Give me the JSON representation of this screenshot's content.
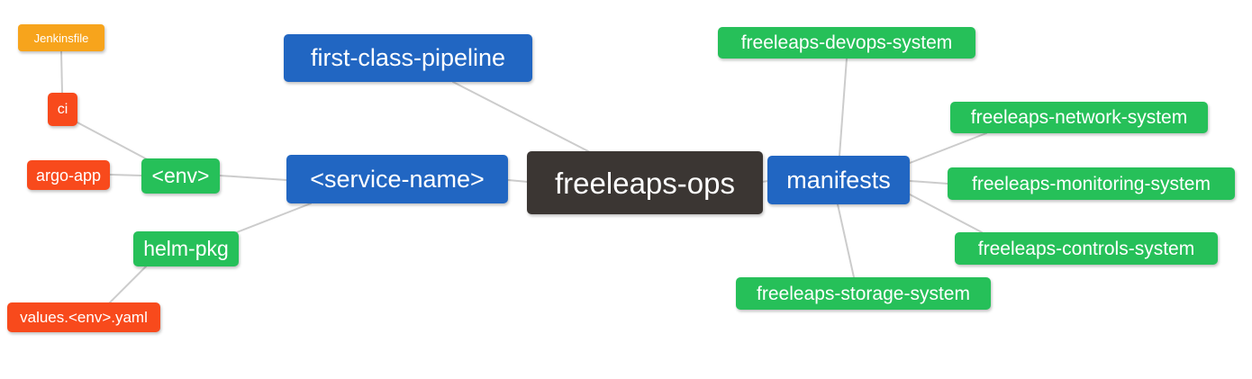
{
  "colors": {
    "root_bg": "#3b3633",
    "branch_blue": "#2166c2",
    "leaf_green": "#26c059",
    "leaf_red": "#f84a1c",
    "leaf_orange": "#f7a41c",
    "edge": "#cccccc",
    "node_text": "#ffffff",
    "canvas_bg": "#ffffff"
  },
  "nodes": {
    "freeleaps_ops": {
      "label": "freeleaps-ops"
    },
    "first_class_pipeline": {
      "label": "first-class-pipeline"
    },
    "service_name": {
      "label": "<service-name>"
    },
    "manifests": {
      "label": "manifests"
    },
    "env": {
      "label": "<env>"
    },
    "helm_pkg": {
      "label": "helm-pkg"
    },
    "ci": {
      "label": "ci"
    },
    "argo_app": {
      "label": "argo-app"
    },
    "jenkinsfile": {
      "label": "Jenkinsfile"
    },
    "values_env_yaml": {
      "label": "values.<env>.yaml"
    },
    "devops_system": {
      "label": "freeleaps-devops-system"
    },
    "network_system": {
      "label": "freeleaps-network-system"
    },
    "monitoring_system": {
      "label": "freeleaps-monitoring-system"
    },
    "controls_system": {
      "label": "freeleaps-controls-system"
    },
    "storage_system": {
      "label": "freeleaps-storage-system"
    }
  },
  "edges": [
    {
      "from": "jenkinsfile",
      "to": "ci"
    },
    {
      "from": "ci",
      "to": "env"
    },
    {
      "from": "argo_app",
      "to": "env"
    },
    {
      "from": "env",
      "to": "service_name"
    },
    {
      "from": "helm_pkg",
      "to": "service_name"
    },
    {
      "from": "values_env_yaml",
      "to": "helm_pkg"
    },
    {
      "from": "first_class_pipeline",
      "to": "freeleaps_ops"
    },
    {
      "from": "service_name",
      "to": "freeleaps_ops"
    },
    {
      "from": "freeleaps_ops",
      "to": "manifests"
    },
    {
      "from": "manifests",
      "to": "devops_system"
    },
    {
      "from": "manifests",
      "to": "network_system"
    },
    {
      "from": "manifests",
      "to": "monitoring_system"
    },
    {
      "from": "manifests",
      "to": "controls_system"
    },
    {
      "from": "manifests",
      "to": "storage_system"
    }
  ]
}
